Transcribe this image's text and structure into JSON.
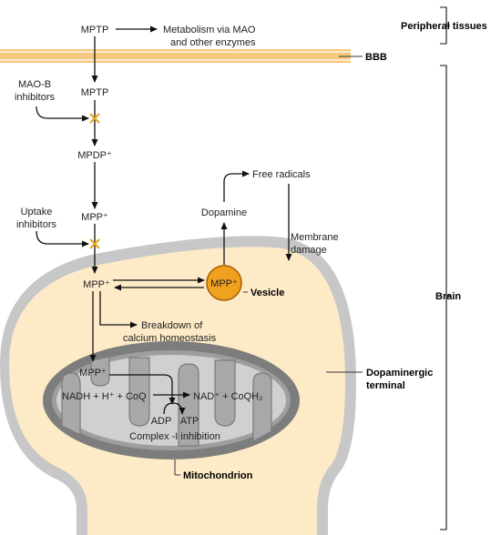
{
  "compartments": {
    "peripheral": "Peripheral tissues",
    "bbb": "BBB",
    "brain": "Brain",
    "terminal_line1": "Dopaminergic",
    "terminal_line2": "terminal",
    "vesicle": "Vesicle",
    "mitochondrion": "Mitochondrion"
  },
  "pathway": {
    "mptp_top": "MPTP",
    "metabolism_line1": "Metabolism via MAO",
    "metabolism_line2": "and other enzymes",
    "mptp_brain": "MPTP",
    "maob_line1": "MAO-B",
    "maob_line2": "inhibitors",
    "mpdp": "MPDP⁺",
    "mpp_out": "MPP⁺",
    "uptake_line1": "Uptake",
    "uptake_line2": "inhibitors",
    "mpp_in": "MPP⁺",
    "mpp_vesicle": "MPP⁺",
    "dopamine": "Dopamine",
    "free_radicals": "Free radicals",
    "membrane_line1": "Membrane",
    "membrane_line2": "damage",
    "calcium_line1": "Breakdown of",
    "calcium_line2": "calcium homeostasis",
    "mpp_mito": "MPP⁺",
    "nadh": "NADH + H⁺ + CoQ",
    "nad": "NAD⁺ + CoQH₂",
    "adp": "ADP",
    "atp": "ATP",
    "complex_inhibition": "Complex -I inhibition"
  },
  "colors": {
    "bbb_band": "#f6c97f",
    "cytoplasm": "#fdebc8",
    "membrane": "#c7c7c7",
    "mito_outer": "#7d7d7d",
    "mito_matrix": "#d0d0d0",
    "vesicle": "#f0a11e",
    "block_mark": "#e8a820"
  }
}
